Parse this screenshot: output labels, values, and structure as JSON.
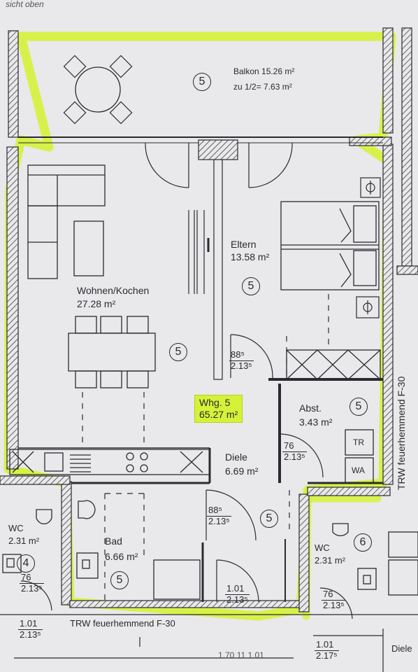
{
  "header_scribble": "sicht oben",
  "balcony": {
    "unit": "5",
    "line1": "Balkon 15.26 m²",
    "line2": "zu 1/2= 7.63 m²"
  },
  "rooms": {
    "living": {
      "name": "Wohnen/Kochen",
      "area": "27.28 m²",
      "unit": "5"
    },
    "parents": {
      "name": "Eltern",
      "area": "13.58 m²",
      "unit": "5"
    },
    "storage": {
      "name": "Abst.",
      "area": "3.43 m²",
      "unit": "5"
    },
    "hall": {
      "name": "Diele",
      "area": "6.69 m²",
      "unit": "5"
    },
    "bath": {
      "name": "Bad",
      "area": "6.66 m²",
      "unit": "5"
    },
    "wc_left": {
      "name": "WC",
      "area": "2.31 m²",
      "unit": "4"
    },
    "wc_right": {
      "name": "WC",
      "area": "2.31 m²",
      "unit": "6"
    },
    "hall_right": {
      "name": "Diele"
    }
  },
  "apartment": {
    "line1": "Whg. 5",
    "line2": "65.27 m²"
  },
  "doors": {
    "parents_door": {
      "w": "88⁵",
      "h": "2.13⁵"
    },
    "storage_door": {
      "w": "76",
      "h": "2.13⁵"
    },
    "bath_door": {
      "w": "88⁵",
      "h": "2.13⁵"
    },
    "entry_door": {
      "w": "1.01",
      "h": "2.13⁵"
    },
    "wc_left_door": {
      "w": "76",
      "h": "2.13⁵"
    },
    "wc_right_door": {
      "w": "76",
      "h": "2.13⁵"
    },
    "corridor_left": {
      "w": "1.01",
      "h": "2.13⁵"
    },
    "corridor_right": {
      "w": "1.01",
      "h": "2.17⁵"
    }
  },
  "appliances": {
    "dryer": "TR",
    "washer": "WA"
  },
  "walls": {
    "right_label": "TRW feuerhemmend F-30",
    "bottom_label": "TRW feuerhemmend F-30",
    "bottom_dims": "1.70 11 1.01"
  },
  "colors": {
    "highlight": "#d6f238",
    "line": "#2a2a30",
    "paper": "#e9e8ea"
  }
}
